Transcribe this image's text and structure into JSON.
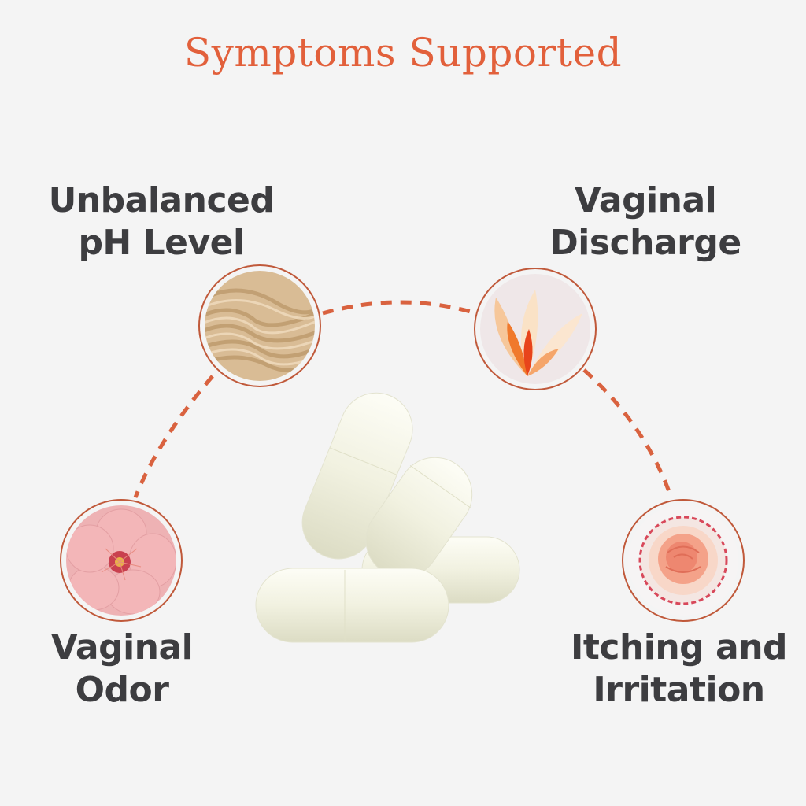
{
  "title": "Symptoms Supported",
  "colors": {
    "accent": "#e2603b",
    "ring": "#c0593a",
    "text": "#3d3d40",
    "background": "#f4f4f4"
  },
  "symptoms": [
    {
      "line1": "Unbalanced",
      "line2": "pH Level",
      "image": "sand-ripples-icon"
    },
    {
      "line1": "Vaginal",
      "line2": "Discharge",
      "image": "orange-petal-flower-icon"
    },
    {
      "line1": "Vaginal",
      "line2": "Odor",
      "image": "pink-blossom-icon"
    },
    {
      "line1": "Itching and",
      "line2": "Irritation",
      "image": "carnation-icon"
    }
  ],
  "center_image": "probiotic-capsules"
}
